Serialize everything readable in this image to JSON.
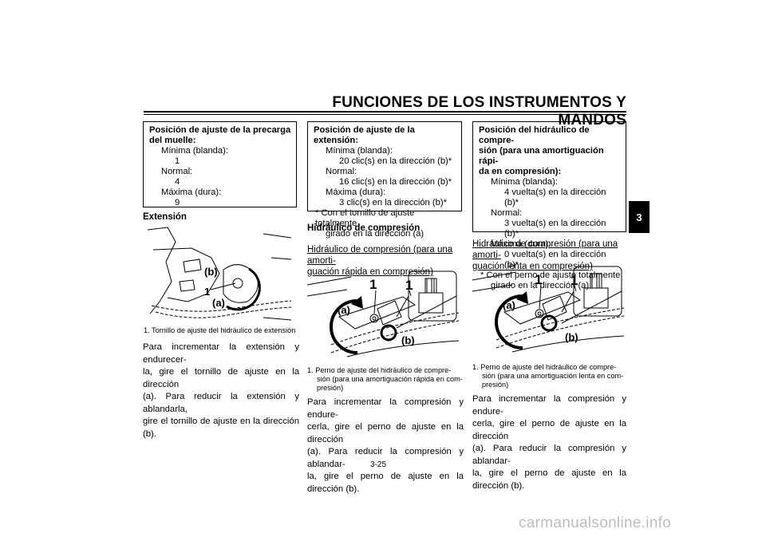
{
  "header": {
    "title": "FUNCIONES DE LOS INSTRUMENTOS Y MANDOS",
    "chapter_tab": "3"
  },
  "col1": {
    "box": {
      "heading1": "Posición de ajuste de la precarga",
      "heading2": "del muelle:",
      "l1": "Mínima (blanda):",
      "v1": "1",
      "l2": "Normal:",
      "v2": "4",
      "l3": "Máxima (dura):",
      "v3": "9"
    },
    "section": "Extensión",
    "labels": {
      "b": "(b)",
      "one": "1",
      "a": "(a)"
    },
    "caption": "1.  Tornillo de ajuste del hidráulico de extensión",
    "para": [
      "Para incrementar la extensión y endurecer-",
      "la, gire el tornillo de ajuste en la dirección",
      "(a). Para reducir la extensión y ablandarla,",
      "gire el tornillo de ajuste en la dirección (b)."
    ]
  },
  "col2": {
    "box": {
      "heading": "Posición de ajuste de la extensión:",
      "l1": "Mínima (blanda):",
      "v1": "20 clic(s) en la dirección (b)*",
      "l2": "Normal:",
      "v2": "16 clic(s) en la dirección (b)*",
      "l3": "Máxima (dura):",
      "v3": "3 clic(s) en la dirección (b)*",
      "note1": "* Con el tornillo de ajuste totalmente",
      "note2": "girado en la dirección (a)"
    },
    "section": "Hidráulico de compresión",
    "subheading": [
      "Hidráulico de compresión (para una amorti-",
      "guación rápida en compresión)"
    ],
    "labels": {
      "one": "1",
      "a": "(a)",
      "b": "(b)"
    },
    "caption": [
      "1.  Perno de ajuste del hidráulico de compre-",
      "sión (para una amortiguación rápida en com-",
      "presión)"
    ],
    "para": [
      "Para incrementar la compresión y endure-",
      "cerla, gire el perno de ajuste en la dirección",
      "(a). Para reducir la compresión y ablandar-",
      "la, gire el perno de ajuste en la dirección (b)."
    ]
  },
  "col3": {
    "box": {
      "h1": "Posición del hidráulico de compre-",
      "h2": "sión (para una amortiguación rápi-",
      "h3": "da en compresión):",
      "l1": "Mínima (blanda):",
      "v1": "4 vuelta(s) en la dirección (b)*",
      "l2": "Normal:",
      "v2": "3 vuelta(s) en la dirección (b)*",
      "l3": "Máxima (dura):",
      "v3": "0 vuelta(s) en la dirección (b)*",
      "note1": "* Con el perno de ajuste totalmente",
      "note2": "girado en la dirección (a)"
    },
    "subheading": [
      "Hidráulico de compresión (para una amorti-",
      "guación lenta en compresión)"
    ],
    "labels": {
      "one": "1",
      "a": "(a)",
      "b": "(b)"
    },
    "caption": [
      "1.  Perno de ajuste del hidráulico de compre-",
      "sión (para una amortiguación lenta en com-",
      "presión)"
    ],
    "para": [
      "Para incrementar la compresión y endure-",
      "cerla, gire el perno de ajuste en la dirección",
      "(a). Para reducir la compresión y ablandar-",
      "la, gire el perno de ajuste en la dirección (b)."
    ]
  },
  "footer": {
    "page": "3-25",
    "watermark": "carmanualsonline.info"
  }
}
